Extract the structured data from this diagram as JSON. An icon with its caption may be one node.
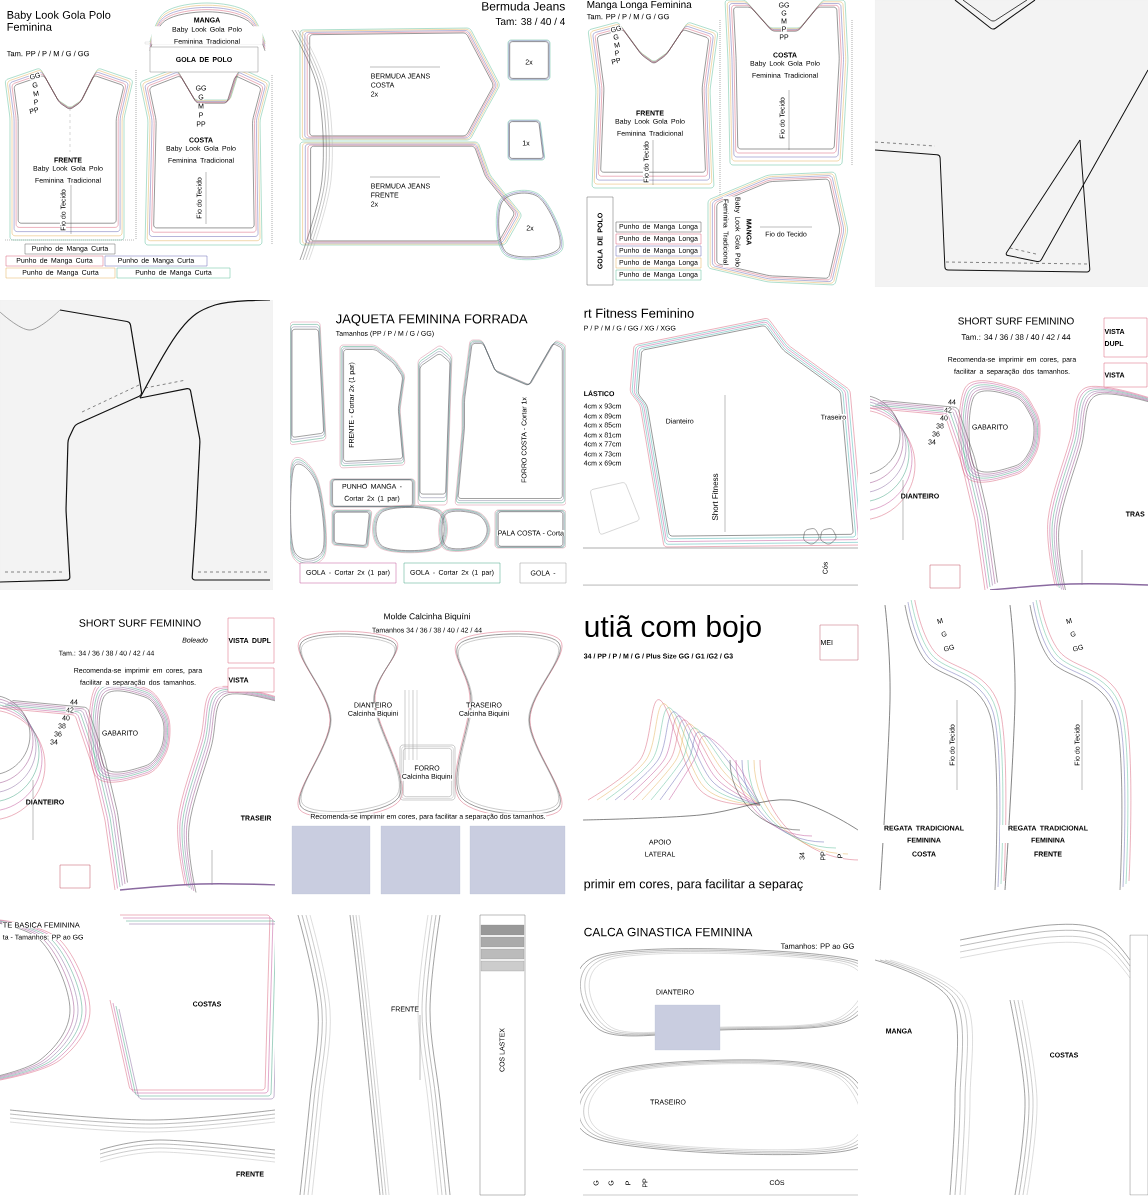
{
  "diagram": {
    "nodes": [
      {
        "text": [
          "GOLA DE POLO"
        ]
      },
      {
        "text": [
          "Punho de Manga Curta"
        ]
      },
      {
        "text": [
          "Punho de Manga Curta"
        ]
      },
      {
        "text": [
          "Punho de Manga Curta"
        ]
      },
      {
        "text": [
          "Punho de Manga Curta"
        ]
      },
      {
        "text": [
          "Punho de Manga Curta"
        ]
      },
      {
        "text": [
          "GOLA DE POLO"
        ]
      },
      {
        "text": [
          "Punho de Manga Longa"
        ]
      },
      {
        "text": [
          "Punho de Manga Longa"
        ]
      },
      {
        "text": [
          "Punho de Manga Longa"
        ]
      },
      {
        "text": [
          "Punho de Manga Longa"
        ]
      },
      {
        "text": [
          "Punho de Manga Longa"
        ]
      },
      {
        "text": [
          "VISTA DUPL"
        ]
      },
      {
        "text": [
          "VISTA"
        ]
      },
      {
        "text": [
          "VISTA DUPL"
        ]
      },
      {
        "text": [
          "VISTA"
        ]
      },
      {
        "text": [
          "GOLA - Cortar 2x (1 par)"
        ]
      },
      {
        "text": [
          "GOLA - Cortar 2x (1 par)"
        ]
      },
      {
        "text": [
          "GOLA -"
        ]
      },
      {
        "text": [
          "MEI"
        ]
      }
    ],
    "labels": [
      "Baby Look Gola Polo Feminina",
      "Tam. PP / P / M / G / GG",
      "MANGA",
      "Baby Look Gola Polo Feminina Tradicional",
      "GG",
      "G",
      "M",
      "P",
      "PP",
      "GG",
      "G",
      "M",
      "P",
      "PP",
      "FRENTE",
      "Baby Look Gola Polo Feminina Tradicional",
      "COSTA",
      "Baby Look Gola Polo Feminina Tradicional",
      "Fio do Tecido",
      "Fio do Tecido",
      "Bermuda Jeans",
      "Tam: 38 / 40 / 4",
      "BERMUDA JEANS",
      "COSTA",
      "2x",
      "BERMUDA JEANS",
      "FRENTE",
      "2x",
      "2x",
      "1x",
      "2x",
      "Manga Longa Feminina",
      "Tam. PP / P / M / G / GG",
      "GG",
      "G",
      "M",
      "P",
      "PP",
      "GG",
      "G",
      "M",
      "P",
      "PP",
      "FRENTE",
      "Baby Look Gola Polo Feminina Tradicional",
      "COSTA",
      "Baby Look Gola Polo Feminina Tradicional",
      "Fio do Tecido",
      "Fio do Tecido",
      "MANGA",
      "Baby Look Gola Polo Feminina Tradicional",
      "Fio do Tecido",
      "JAQUETA FEMININA FORRADA",
      "Tamanhos (PP / P / M / G / GG)",
      "FRENTE - Cortar 2x (1 par)",
      "FORRO COSTA - Cortar 1x",
      "PUNHO MANGA - Cortar 2x (1 par)",
      "PALA COSTA - Corta",
      "rt Fitness Feminino",
      "P / P / M / G / GG / XG / XGG",
      "LÁSTICO",
      "4cm x 93cm",
      "4cm x 89cm",
      "4cm x 85cm",
      "4cm x 81cm",
      "4cm x 77cm",
      "4cm x 73cm",
      "4cm x 69cm",
      "Dianteiro",
      "Traseiro",
      "Short Fitness",
      "Cós",
      "SHORT SURF FEMININO",
      "Tam.: 34 / 36 / 38 / 40 / 42 / 44",
      "Recomenda-se imprimir em cores, para facilitar a separação dos tamanhos.",
      "GABARITO",
      "44",
      "42",
      "40",
      "38",
      "36",
      "34",
      "DIANTEIRO",
      "TRAS",
      "SHORT SURF FEMININO",
      "Boleado",
      "Tam.: 34 / 36 / 38 / 40 / 42 / 44",
      "Recomenda-se imprimir em cores, para facilitar a separação dos tamanhos.",
      "GABARITO",
      "44",
      "42",
      "40",
      "38",
      "36",
      "34",
      "DIANTEIRO",
      "TRASEIR",
      "Molde Calcinha Biquíni",
      "Tamanhos 34 / 36 / 38 / 40 / 42 / 44",
      "DIANTEIRO",
      "Calcinha Biquini",
      "TRASEIRO",
      "Calcinha Biquini",
      "FORRO",
      "Calcinha Biquini",
      "Recomenda-se imprimir em cores, para facilitar a separação dos tamanhos.",
      "utiã com bojo",
      "34 / PP / P / M / G / Plus Size GG / G1 /G2 / G3",
      "APOIO LATERAL",
      "34",
      "PP",
      "P",
      "primir em cores, para facilitar a separaç",
      "M",
      "G",
      "GG",
      "M",
      "G",
      "GG",
      "Fio do Tecido",
      "Fio do Tecido",
      "REGATA TRADICIONAL FEMININA",
      "COSTA",
      "REGATA TRADICIONAL FEMININA",
      "FRENTE",
      "TE BASICA FEMININA",
      "ta - Tamanhos: PP ao GG",
      "COSTAS",
      "FRENTE",
      "FRENTE",
      "COS LASTEX",
      "CALCA GINASTICA FEMININA",
      "Tamanhos: PP ao GG",
      "DIANTEIRO",
      "TRASEIRO",
      "G",
      "G",
      "P",
      "PP",
      "CÓS",
      "MANGA",
      "COSTAS"
    ]
  }
}
